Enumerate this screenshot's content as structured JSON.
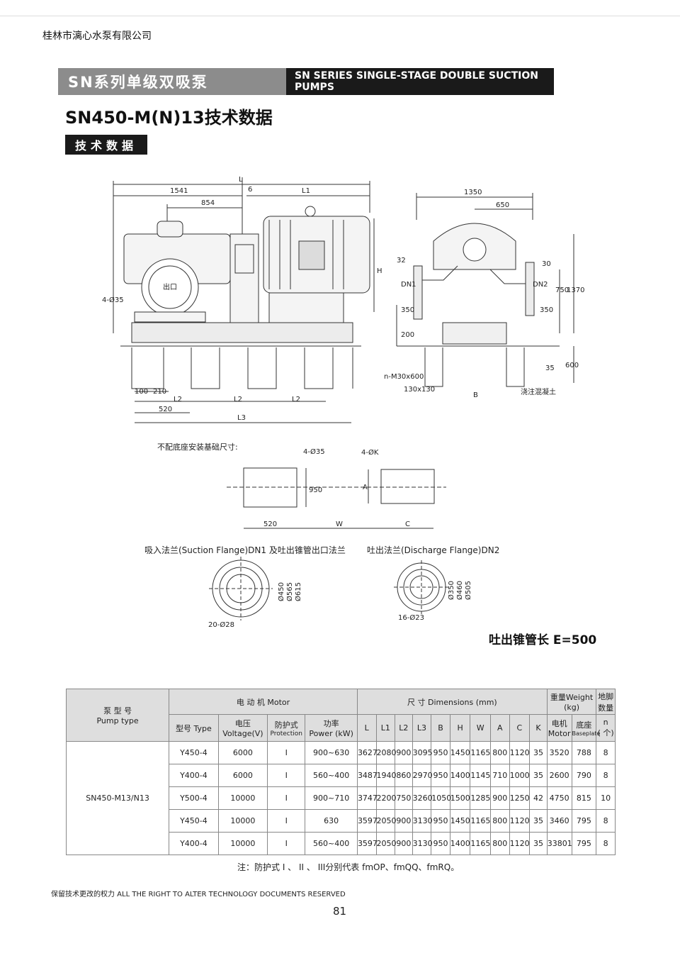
{
  "company": "桂林市漓心水泵有限公司",
  "banner": {
    "cn": "SN系列单级双吸泵",
    "en": "SN SERIES SINGLE-STAGE DOUBLE SUCTION PUMPS"
  },
  "title": "SN450-M(N)13技术数据",
  "subtag": "技术数据",
  "drawing": {
    "dims_top": {
      "L": "L",
      "d1541": "1541",
      "d6": "6",
      "L1": "L1",
      "d854": "854",
      "H": "H",
      "d4035": "4-Ø35",
      "outlet": "出口"
    },
    "dims_bottom": {
      "d100": "100",
      "d210": "210",
      "L2a": "L2",
      "L2b": "L2",
      "L2c": "L2",
      "d520": "520",
      "L3": "L3",
      "d350": "350",
      "d200": "200"
    },
    "side": {
      "d1350": "1350",
      "d650": "650",
      "d32": "32",
      "d30": "30",
      "DN1": "DN1",
      "DN2": "DN2",
      "d350a": "350",
      "d350b": "350",
      "d750": "750",
      "d1370": "1370",
      "d35": "35",
      "d600": "600",
      "bolt": "n-M30x600",
      "pad": "130x130",
      "B": "B",
      "concrete": "浇注混凝土"
    },
    "base": {
      "caption": "不配底座安装基础尺寸:",
      "d4035": "4-Ø35",
      "d4K": "4-ØK",
      "d950": "950",
      "A": "A",
      "d520": "520",
      "W": "W",
      "C": "C"
    }
  },
  "flanges": {
    "suction_label": "吸入法兰(Suction Flange)DN1 及吐出锥管出口法兰",
    "discharge_label": "吐出法兰(Discharge Flange)DN2",
    "suction_dims": [
      "Ø450",
      "Ø565",
      "Ø615"
    ],
    "suction_holes": "20-Ø28",
    "discharge_dims": [
      "Ø350",
      "Ø460",
      "Ø505"
    ],
    "discharge_holes": "16-Ø23"
  },
  "cone_note": "吐出锥管长 E=500",
  "table": {
    "h_pump_cn": "泵  型  号",
    "h_pump_en": "Pump type",
    "h_motor": "电   动   机 Motor",
    "h_dims": "尺         寸     Dimensions  (mm)",
    "h_weight": "重量Weight",
    "h_weight_unit": "(kg)",
    "h_anchor": "地脚数量",
    "h_type": "型号 Type",
    "h_volt_cn": "电压",
    "h_volt_en": "Voltage(V)",
    "h_prot_cn": "防护式",
    "h_prot_en": "Protection",
    "h_power_cn": "功率",
    "h_power_en": "Power (kW)",
    "dim_cols": [
      "L",
      "L1",
      "L2",
      "L3",
      "B",
      "H",
      "W",
      "A",
      "C",
      "K"
    ],
    "h_motor_w_cn": "电机",
    "h_motor_w_en": "Motor",
    "h_base_w_cn": "底座",
    "h_base_w_en": "Baseplate",
    "h_n": "n",
    "h_n_unit": "( 个)",
    "pump_model": "SN450-M13/N13",
    "rows": [
      [
        "Y450-4",
        "6000",
        "I",
        "900~630",
        "3627",
        "2080",
        "900",
        "3095",
        "950",
        "1450",
        "1165",
        "800",
        "1120",
        "35",
        "3520",
        "788",
        "8"
      ],
      [
        "Y400-4",
        "6000",
        "I",
        "560~400",
        "3487",
        "1940",
        "860",
        "2970",
        "950",
        "1400",
        "1145",
        "710",
        "1000",
        "35",
        "2600",
        "790",
        "8"
      ],
      [
        "Y500-4",
        "10000",
        "I",
        "900~710",
        "3747",
        "2200",
        "750",
        "3260",
        "1050",
        "1500",
        "1285",
        "900",
        "1250",
        "42",
        "4750",
        "815",
        "10"
      ],
      [
        "Y450-4",
        "10000",
        "I",
        "630",
        "3597",
        "2050",
        "900",
        "3130",
        "950",
        "1450",
        "1165",
        "800",
        "1120",
        "35",
        "3460",
        "795",
        "8"
      ],
      [
        "Y400-4",
        "10000",
        "I",
        "560~400",
        "3597",
        "2050",
        "900",
        "3130",
        "950",
        "1400",
        "1165",
        "800",
        "1120",
        "35",
        "33801",
        "795",
        "8"
      ]
    ]
  },
  "note": "注：防护式 I 、 II 、 III分别代表 fmOP、fmQQ、fmRQ。",
  "footer": "保留技术更改的权力  ALL THE RIGHT TO ALTER TECHNOLOGY DOCUMENTS RESERVED",
  "page_number": "81"
}
